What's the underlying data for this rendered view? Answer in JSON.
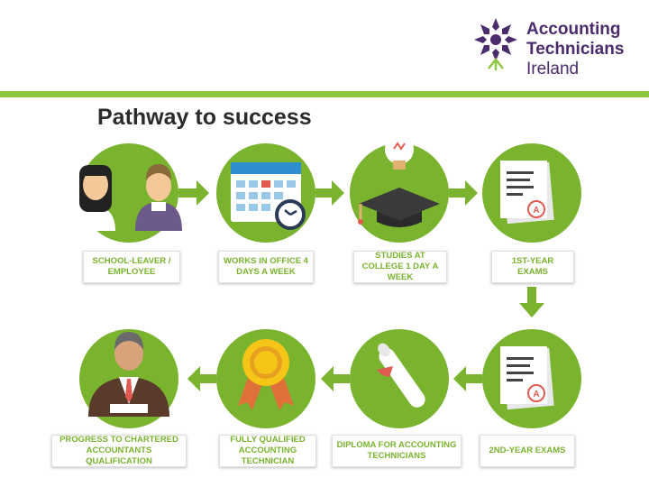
{
  "logo": {
    "line1": "Accounting",
    "line2": "Technicians",
    "line3": "Ireland"
  },
  "title": "Pathway to success",
  "steps": [
    {
      "label": "SCHOOL-LEAVER / EMPLOYEE",
      "icon": "people-icon"
    },
    {
      "label": "WORKS IN OFFICE 4 DAYS A WEEK",
      "icon": "calendar-icon"
    },
    {
      "label": "STUDIES AT COLLEGE 1 DAY A WEEK",
      "icon": "graduation-cap-icon"
    },
    {
      "label": "1ST-YEAR EXAMS",
      "icon": "exam-paper-icon"
    },
    {
      "label": "2ND-YEAR EXAMS",
      "icon": "exam-paper-icon"
    },
    {
      "label": "DIPLOMA FOR ACCOUNTING TECHNICIANS",
      "icon": "diploma-icon"
    },
    {
      "label": "FULLY QUALIFIED ACCOUNTING TECHNICIAN",
      "icon": "award-rosette-icon"
    },
    {
      "label": "PROGRESS TO CHARTERED ACCOUNTANTS QUALIFICATION",
      "icon": "businessman-icon"
    }
  ],
  "colors": {
    "accent": "#8dc63f",
    "circle": "#7ab32e",
    "brand": "#4b2b6b"
  }
}
